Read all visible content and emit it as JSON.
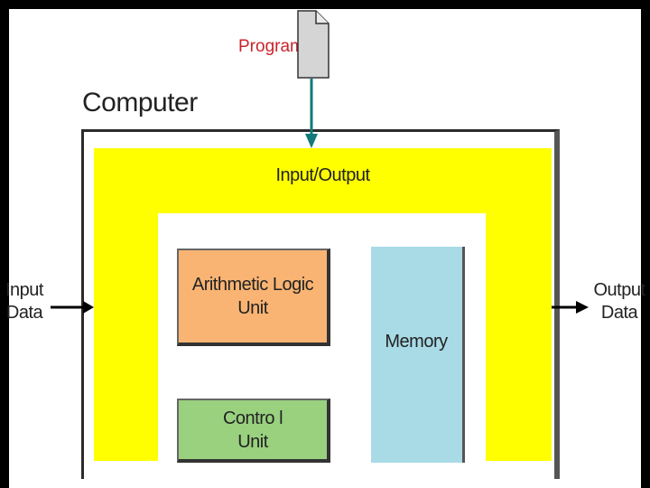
{
  "diagram": {
    "computer_label": "Computer",
    "program_label": "Program",
    "io_label": "Input/Output",
    "alu_label": "Arithmetic Logic\nUnit",
    "control_label": "Contro l\nUnit",
    "memory_label": "Memory",
    "input_label": "Input\nData",
    "output_label": "Output\nData"
  },
  "colors": {
    "io": "#ffff00",
    "alu": "#f9b473",
    "control": "#99d17f",
    "memory": "#a8dbe6",
    "program_arrow": "#127a7a",
    "program_text": "#c8242b"
  }
}
